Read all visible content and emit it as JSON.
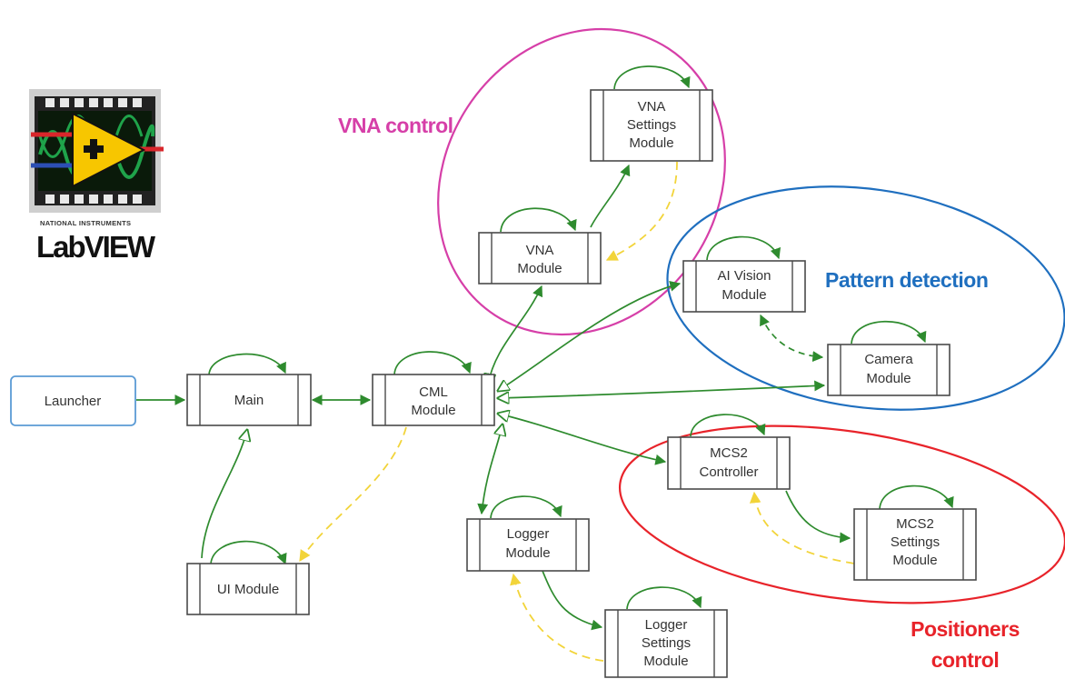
{
  "logo": {
    "brand": "NATIONAL INSTRUMENTS",
    "product": "LabVIEW"
  },
  "groups": {
    "vna": {
      "label": "VNA control",
      "color": "#d63fa8"
    },
    "pattern": {
      "label": "Pattern detection",
      "color": "#1f6fbf"
    },
    "positioners": {
      "label_line1": "Positioners",
      "label_line2": "control",
      "color": "#e8232a"
    }
  },
  "nodes": {
    "launcher": {
      "line1": "Launcher"
    },
    "main": {
      "line1": "Main"
    },
    "cml": {
      "line1": "CML",
      "line2": "Module"
    },
    "ui": {
      "line1": "UI Module"
    },
    "vna": {
      "line1": "VNA",
      "line2": "Module"
    },
    "vna_settings": {
      "line1": "VNA",
      "line2": "Settings",
      "line3": "Module"
    },
    "ai_vision": {
      "line1": "AI Vision",
      "line2": "Module"
    },
    "camera": {
      "line1": "Camera",
      "line2": "Module"
    },
    "mcs2_controller": {
      "line1": "MCS2",
      "line2": "Controller"
    },
    "mcs2_settings": {
      "line1": "MCS2",
      "line2": "Settings",
      "line3": "Module"
    },
    "logger": {
      "line1": "Logger",
      "line2": "Module"
    },
    "logger_settings": {
      "line1": "Logger",
      "line2": "Settings",
      "line3": "Module"
    }
  },
  "colors": {
    "sync_arrow": "#2e8b2e",
    "async_arrow": "#f2d43a",
    "launcher_border": "#5b9bd5"
  }
}
